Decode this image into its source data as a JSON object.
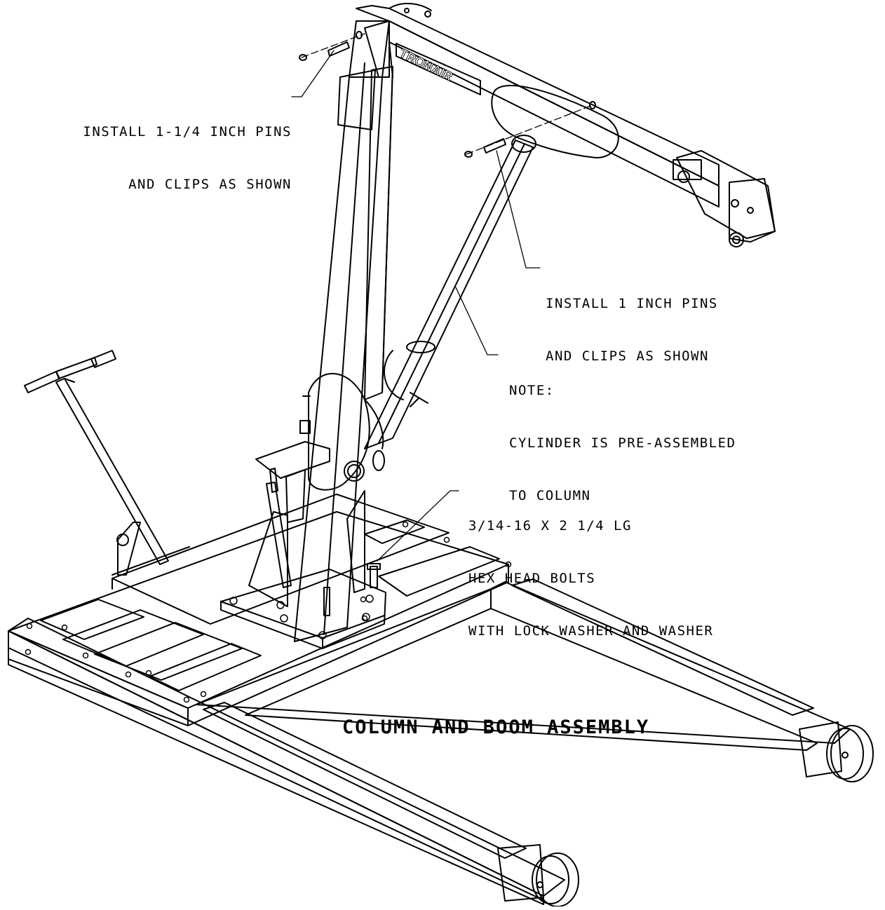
{
  "title": "COLUMN AND BOOM ASSEMBLY",
  "brand": "TRONAIR",
  "callouts": {
    "pins_large": [
      "INSTALL 1-1/4 INCH PINS",
      "AND CLIPS AS SHOWN"
    ],
    "pins_small": [
      "INSTALL 1 INCH PINS",
      "AND CLIPS AS SHOWN"
    ],
    "cylinder": [
      "NOTE:",
      "CYLINDER IS PRE-ASSEMBLED",
      "TO COLUMN"
    ],
    "bolts": [
      "3/14-16 X 2 1/4 LG",
      "HEX HEAD BOLTS",
      "WITH LOCK WASHER AND WASHER"
    ]
  }
}
